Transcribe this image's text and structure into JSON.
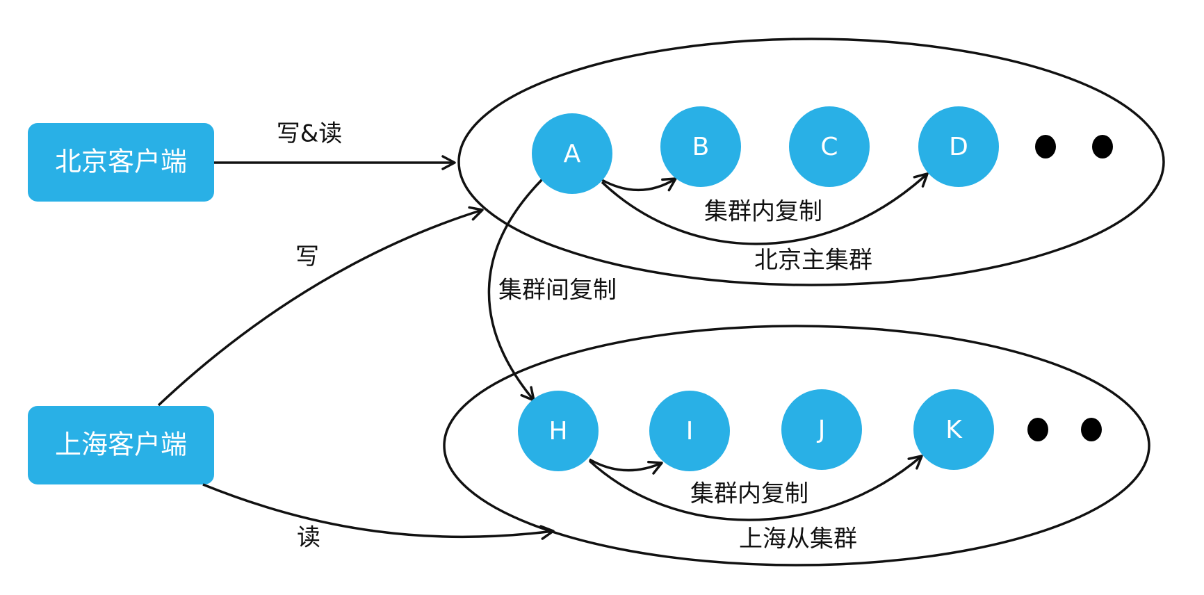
{
  "clients": {
    "beijing": "北京客户端",
    "shanghai": "上海客户端"
  },
  "clusters": {
    "beijing": "北京主集群",
    "shanghai": "上海从集群"
  },
  "nodes": {
    "A": "A",
    "B": "B",
    "C": "C",
    "D": "D",
    "H": "H",
    "I": "I",
    "J": "J",
    "K": "K"
  },
  "edges": {
    "bj_write_read": "写&读",
    "sh_write": "写",
    "sh_read": "读",
    "inter_replication": "集群间复制",
    "bj_intra_replication": "集群内复制",
    "sh_intra_replication": "集群内复制"
  },
  "colors": {
    "accent": "#29b0e6",
    "text_on_accent": "#ffffff",
    "line": "#111111"
  }
}
